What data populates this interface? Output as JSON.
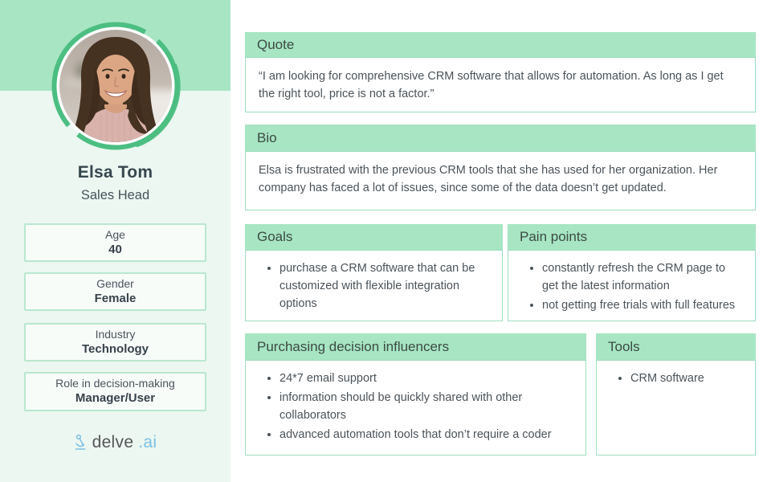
{
  "persona": {
    "name": "Elsa Tom",
    "role": "Sales Head",
    "attributes": [
      {
        "label": "Age",
        "value": "40"
      },
      {
        "label": "Gender",
        "value": "Female"
      },
      {
        "label": "Industry",
        "value": "Technology"
      },
      {
        "label": "Role in decision-making",
        "value": "Manager/User"
      }
    ]
  },
  "sections": {
    "quote": {
      "title": "Quote",
      "text": "“I am looking for comprehensive CRM software that allows for automation. As long as I get the right tool, price is not a factor.”"
    },
    "bio": {
      "title": "Bio",
      "text": "Elsa is frustrated with the previous CRM tools that she has used for her organization. Her company has faced a lot of issues, since some of the data doesn’t get updated."
    },
    "goals": {
      "title": "Goals",
      "items": [
        "purchase a CRM software that can be customized with flexible integration options"
      ]
    },
    "pain_points": {
      "title": "Pain points",
      "items": [
        "constantly refresh the CRM page to get the latest information",
        "not getting free trials with full features"
      ]
    },
    "influencers": {
      "title": "Purchasing decision influencers",
      "items": [
        "24*7 email support",
        "information should be quickly shared with other collaborators",
        "advanced automation tools that don’t require a coder"
      ]
    },
    "tools": {
      "title": "Tools",
      "items": [
        "CRM software"
      ]
    }
  },
  "logo": {
    "brand": "delve",
    "suffix": ".ai",
    "icon": "microscope-icon"
  },
  "colors": {
    "mint": "#a7e5c3",
    "ring_green": "#4cbe82",
    "sidebar_bg": "#ebf7f0",
    "brand_blue": "#7cc1e4",
    "heading_text": "#3c4b43",
    "body_text": "#4b5359"
  }
}
